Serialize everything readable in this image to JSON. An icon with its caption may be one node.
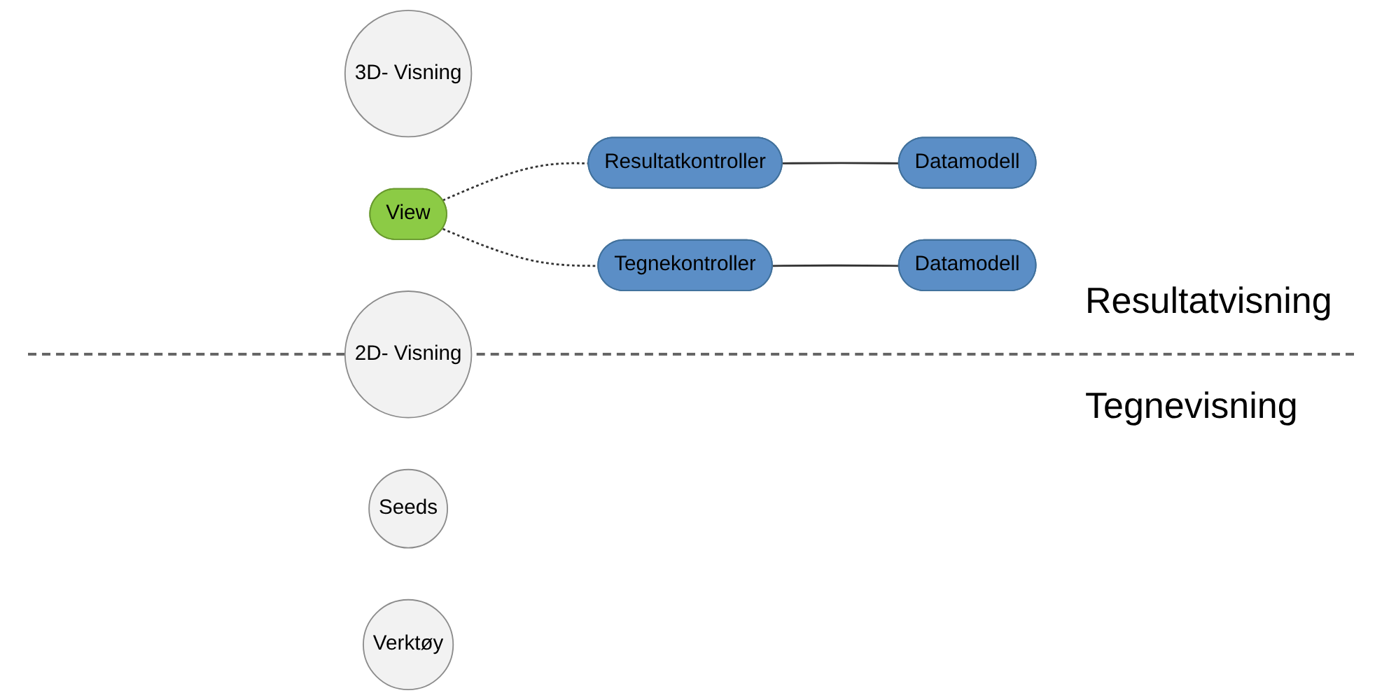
{
  "diagram": {
    "nodes": [
      {
        "text": [
          "Resultatkontroller"
        ]
      },
      {
        "text": [
          "Datamodell"
        ]
      },
      {
        "text": [
          "3D- Visning"
        ]
      },
      {
        "text": [
          "View"
        ]
      },
      {
        "text": [
          "2D- Visning"
        ]
      },
      {
        "text": [
          "Seeds"
        ]
      },
      {
        "text": [
          "Verktøy"
        ]
      },
      {
        "text": [
          "Tegnekontroller"
        ]
      },
      {
        "text": [
          "Datamodell"
        ]
      }
    ],
    "edges": [
      {
        "from": 3,
        "to": 0,
        "arrow": "none",
        "style": "dashed"
      },
      {
        "from": 0,
        "to": 1,
        "arrow": "none"
      },
      {
        "from": 3,
        "to": 7,
        "arrow": "none",
        "style": "dashed"
      },
      {
        "from": 7,
        "to": 8,
        "arrow": "none"
      }
    ],
    "labels": [
      "Resultatvisning",
      "Tegnevisning"
    ]
  }
}
